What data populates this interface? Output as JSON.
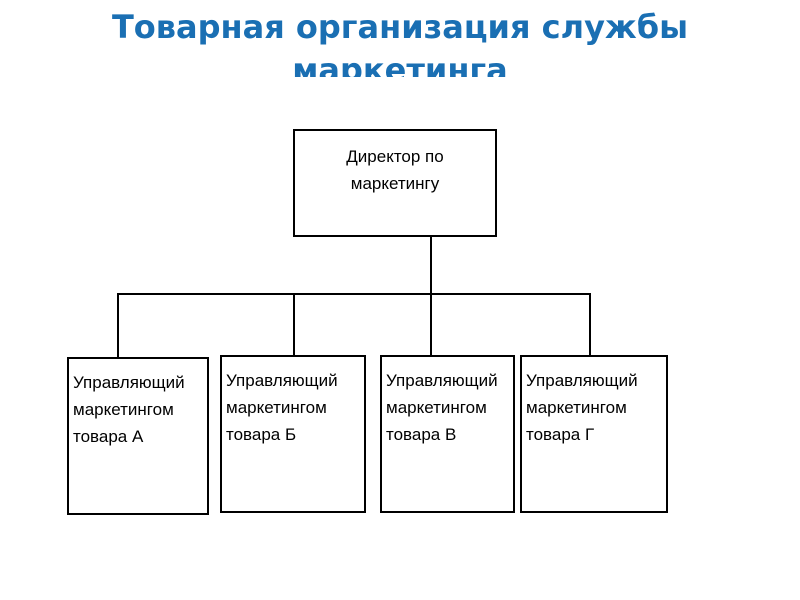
{
  "title": "Товарная организация службы маркетинга",
  "nodes": {
    "director": "Директор по\nмаркетингу",
    "managers": [
      "Управляющий\nмаркетингом\nтовара А",
      "Управляющий\nмаркетингом\nтовара Б",
      "Управляющий\nмаркетингом\nтовара В",
      "Управляющий\nмаркетингом\nтовара Г"
    ]
  },
  "colors": {
    "title": "#1a6fb3",
    "lines": "#000000"
  }
}
